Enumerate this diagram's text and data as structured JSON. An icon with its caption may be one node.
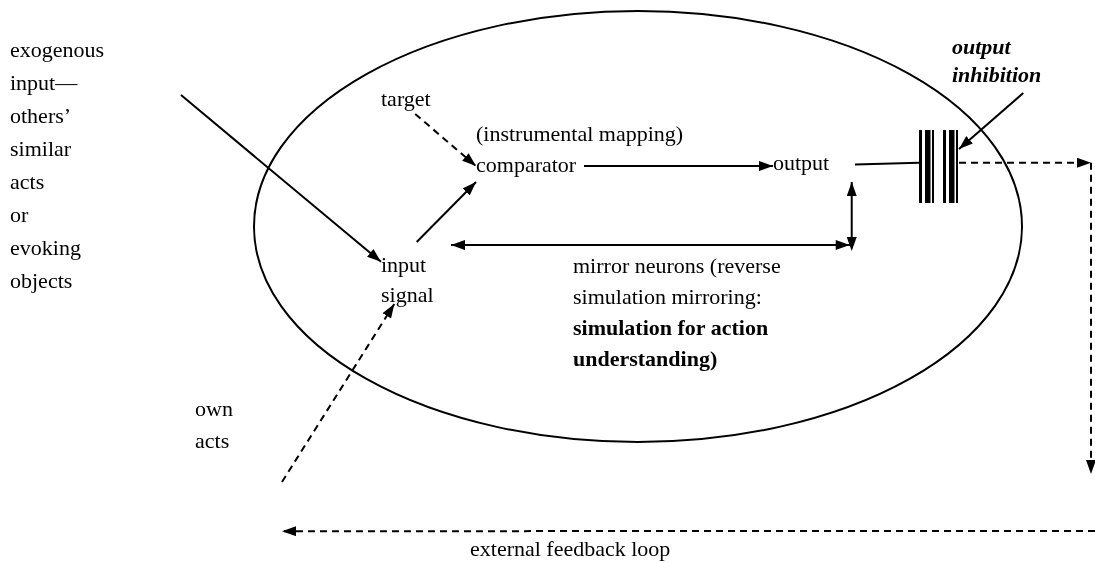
{
  "diagram": {
    "nodes": [
      {
        "text": [
          "exogenous input— others’ similar acts or evoking objects"
        ]
      },
      {
        "text": [],
        "shape": "ellipse"
      },
      {
        "text": [
          "target"
        ],
        "in": 1
      },
      {
        "text": [
          "comparator"
        ],
        "in": 1
      },
      {
        "text": [
          "output"
        ],
        "in": 1
      },
      {
        "text": [
          "input signal"
        ],
        "in": 1
      },
      {
        "text": [
          "output inhibition"
        ]
      },
      {
        "text": [],
        "shape": "bar",
        "in": 1
      },
      {
        "text": [
          "own acts"
        ]
      }
    ],
    "edges": [
      {
        "from": 0,
        "to": 5,
        "arrow": "to"
      },
      {
        "from": 2,
        "to": 3,
        "arrow": "to",
        "style": "dashed"
      },
      {
        "from": 5,
        "to": 3,
        "arrow": "to"
      },
      {
        "from": 3,
        "to": 4,
        "arrow": "to",
        "label": "(instrumental mapping)"
      },
      {
        "from": 5,
        "to": 4,
        "arrow": "both",
        "label": "mirror neurons (reverse simulation mirroring: **simulation for action understanding)**"
      },
      {
        "from": 4,
        "to": 7,
        "arrow": "none"
      },
      {
        "from": 7,
        "to": null,
        "arrow": "to",
        "style": "dashed"
      },
      {
        "from": null,
        "to": 8,
        "arrow": "to",
        "style": "dashed",
        "label": "external feedback loop"
      },
      {
        "from": 8,
        "to": 5,
        "arrow": "to",
        "style": "dashed"
      },
      {
        "from": 6,
        "to": 7,
        "arrow": "to"
      }
    ]
  }
}
